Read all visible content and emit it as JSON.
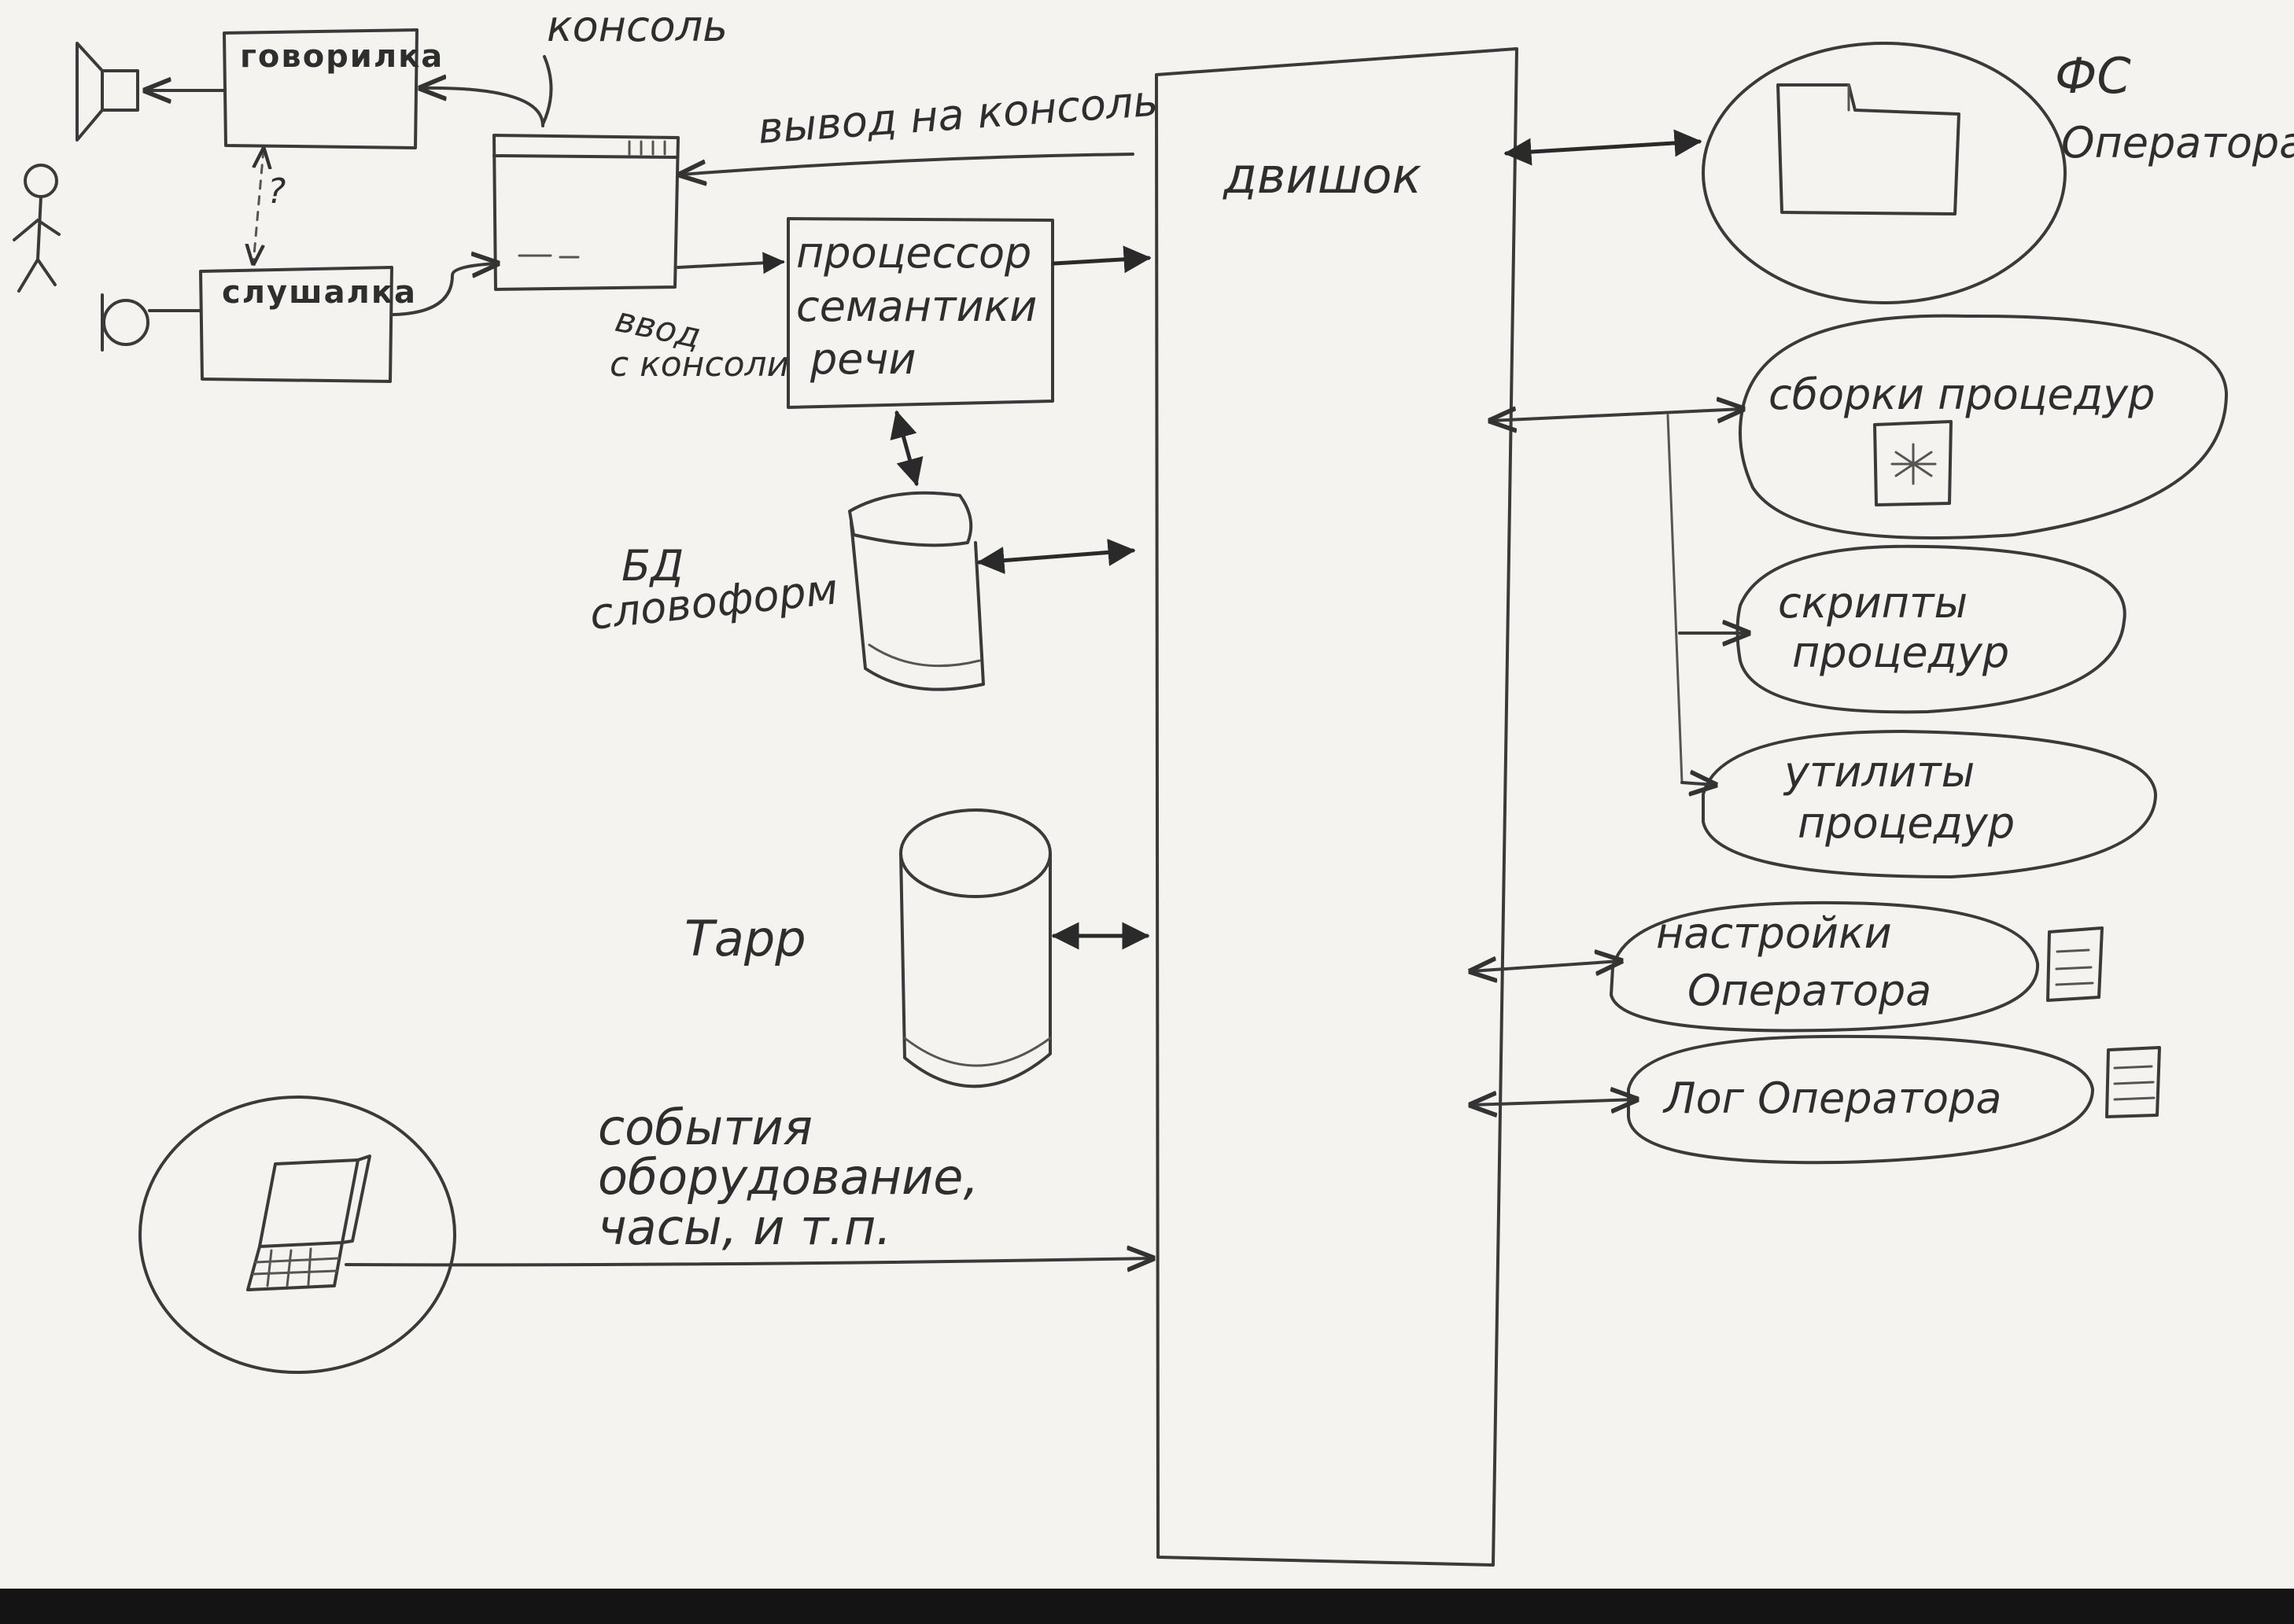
{
  "diagram": {
    "engine": "двишок",
    "speaker": "говорилка",
    "listener": "слушалка",
    "console": "консоль",
    "question_mark": "?",
    "console_output": "вывод на консоль",
    "console_input": [
      "ввод",
      "с консоли"
    ],
    "semantics_processor": [
      "процессор",
      "семантики",
      "речи"
    ],
    "db_wordforms": [
      "БД",
      "словоформ"
    ],
    "tapp": "Тарр",
    "events": [
      "события",
      "оборудование,",
      "часы, и т.п."
    ],
    "operator_fs": [
      "ФС",
      "Оператора"
    ],
    "procedure_assemblies": "сборки процедур",
    "procedure_scripts": [
      "скрипты",
      "процедур"
    ],
    "procedure_utilities": [
      "утилиты",
      "процедур"
    ],
    "operator_settings": [
      "настройки",
      "Оператора"
    ],
    "operator_log": "Лог Оператора"
  }
}
